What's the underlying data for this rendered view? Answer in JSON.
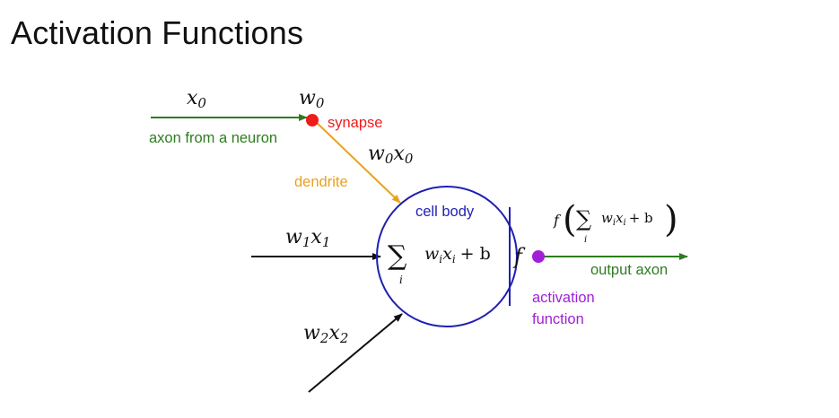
{
  "title": "Activation Functions",
  "colors": {
    "input_axon": "#2e7d1f",
    "synapse": "#ee1c1c",
    "dendrite": "#e9a21b",
    "cell": "#1f1fb4",
    "activation": "#a020d6",
    "output_axon": "#2e7d1f",
    "text": "#111111"
  },
  "labels": {
    "x0": "x",
    "x0_sub": "0",
    "w0": "w",
    "w0_sub": "0",
    "synapse": "synapse",
    "axon_from_neuron": "axon from a neuron",
    "w0x0_w": "w",
    "w0x0_w_sub": "0",
    "w0x0_x": "x",
    "w0x0_x_sub": "0",
    "dendrite": "dendrite",
    "cell_body": "cell body",
    "w1x1_w": "w",
    "w1x1_w_sub": "1",
    "w1x1_x": "x",
    "w1x1_x_sub": "1",
    "w2x2_w": "w",
    "w2x2_w_sub": "2",
    "w2x2_x": "x",
    "w2x2_x_sub": "2",
    "sum_symbol": "∑",
    "sum_index": "i",
    "sum_term_w": "w",
    "sum_term_w_sub": "i",
    "sum_term_x": "x",
    "sum_term_x_sub": "i",
    "sum_plus_b": "+ b",
    "f_symbol": "f",
    "output_f": "f",
    "output_paren_left": "(",
    "output_paren_right": ")",
    "output_sum_symbol": "∑",
    "output_sum_index": "i",
    "output_term_w": "w",
    "output_term_w_sub": "i",
    "output_term_x": "x",
    "output_term_x_sub": "i",
    "output_plus_b": "+ b",
    "output_axon": "output axon",
    "activation_line1": "activation",
    "activation_line2": "function"
  }
}
